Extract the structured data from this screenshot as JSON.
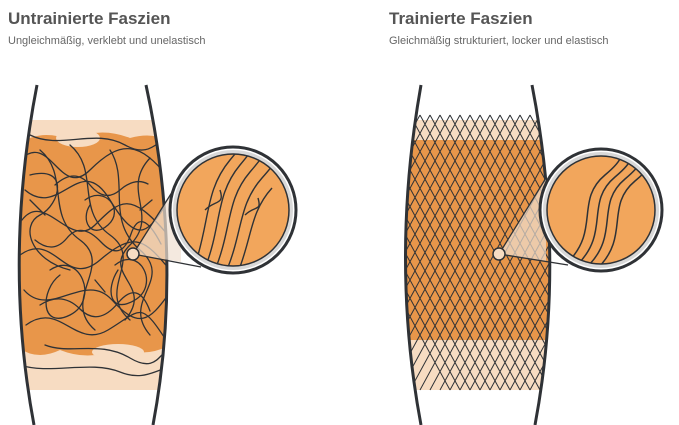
{
  "left_panel": {
    "title": "Untrainierte Faszien",
    "subtitle": "Ungleichmäßig, verklebt und unelastisch"
  },
  "right_panel": {
    "title": "Trainierte Faszien",
    "subtitle": "Gleichmäßig strukturiert, locker und elastisch"
  },
  "colors": {
    "fascia_orange": "#e8964a",
    "fascia_light": "#f5c79a",
    "outline": "#2f3236",
    "text": "#555555"
  }
}
